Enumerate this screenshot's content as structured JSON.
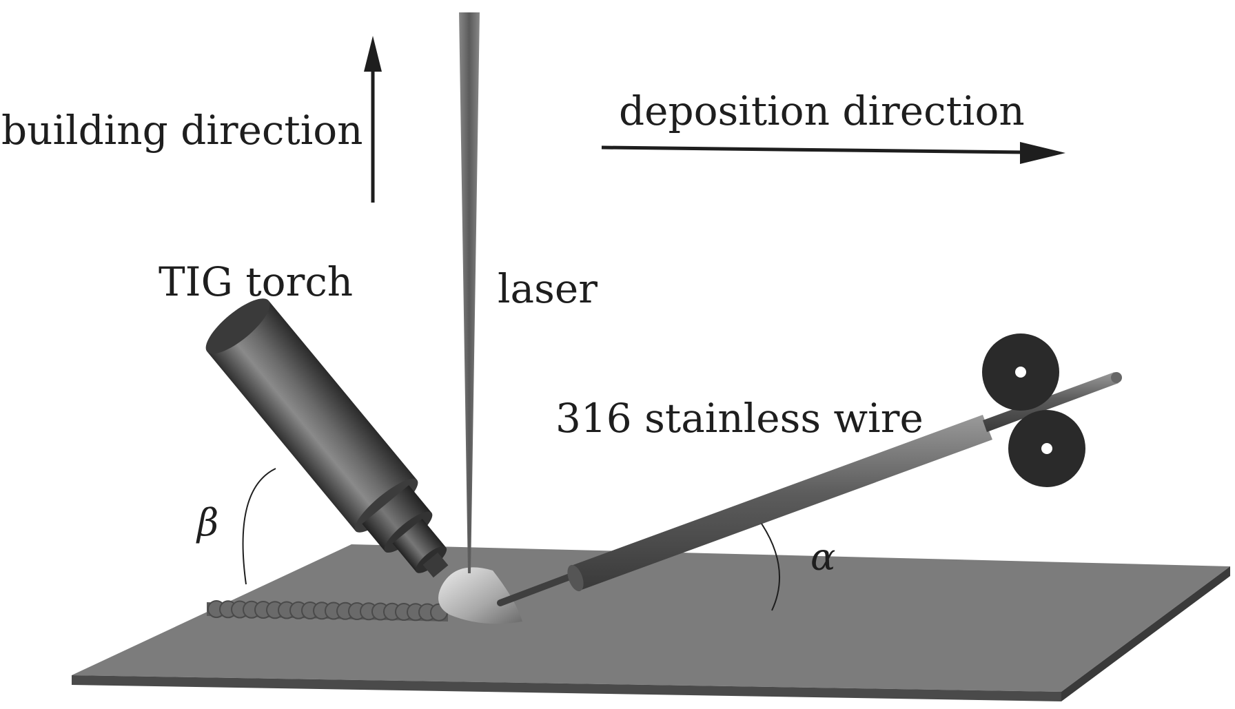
{
  "labels": {
    "building_direction": "building direction",
    "deposition_direction": "deposition direction",
    "tig_torch": "TIG torch",
    "laser": "laser",
    "wire": "316 stainless wire",
    "beta": "β",
    "alpha": "α"
  },
  "colors": {
    "plate_top": "#7c7c7c",
    "plate_edge": "#4a4a4a",
    "ink": "#1e1e1e",
    "torch": "#555555",
    "laser": "#6e6e6e",
    "roller": "#2a2a2a"
  }
}
